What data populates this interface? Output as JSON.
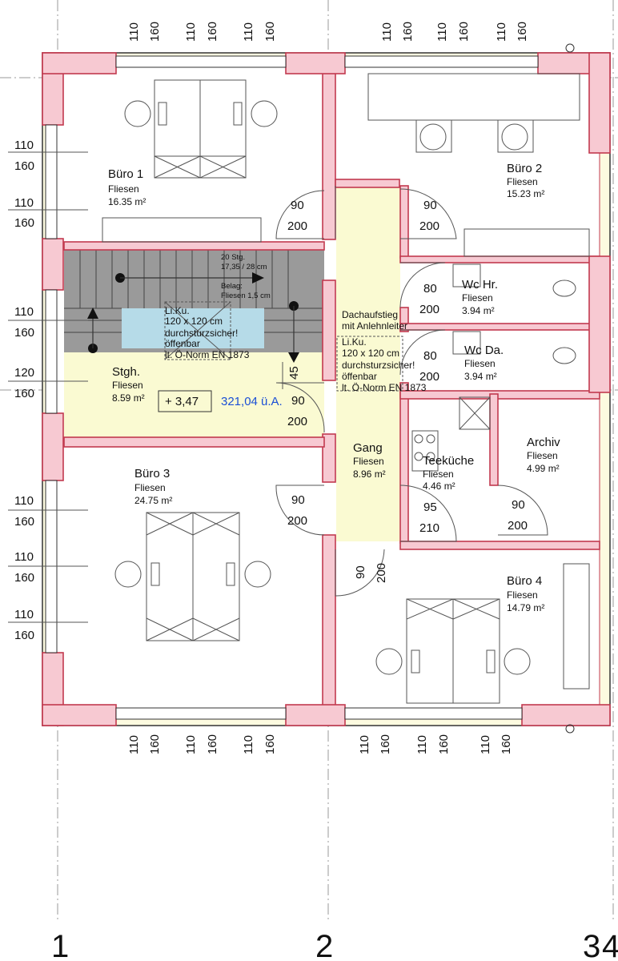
{
  "top_dims": {
    "left": [
      "110",
      "160",
      "110",
      "160",
      "110",
      "160"
    ],
    "right": [
      "110",
      "160",
      "110",
      "160",
      "110",
      "160"
    ]
  },
  "bottom_dims": {
    "left": [
      "110",
      "160",
      "110",
      "160",
      "110",
      "160"
    ],
    "right": [
      "110",
      "160",
      "110",
      "160",
      "110",
      "160"
    ]
  },
  "left_dims": [
    "110",
    "160",
    "110",
    "160",
    "110",
    "160",
    "120",
    "160",
    "110",
    "160",
    "110",
    "160",
    "110",
    "160"
  ],
  "rooms": {
    "buero1": {
      "name": "Büro 1",
      "floor": "Fliesen",
      "area": "16.35 m²"
    },
    "buero2": {
      "name": "Büro 2",
      "floor": "Fliesen",
      "area": "15.23 m²"
    },
    "buero3": {
      "name": "Büro 3",
      "floor": "Fliesen",
      "area": "24.75 m²"
    },
    "buero4": {
      "name": "Büro 4",
      "floor": "Fliesen",
      "area": "14.79 m²"
    },
    "stgh": {
      "name": "Stgh.",
      "floor": "Fliesen",
      "area": "8.59 m²"
    },
    "gang": {
      "name": "Gang",
      "floor": "Fliesen",
      "area": "8.96 m²"
    },
    "wchr": {
      "name": "Wc Hr.",
      "floor": "Fliesen",
      "area": "3.94 m²"
    },
    "wcda": {
      "name": "Wc Da.",
      "floor": "Fliesen",
      "area": "3.94 m²"
    },
    "teekueche": {
      "name": "Teeküche",
      "floor": "Fliesen",
      "area": "4.46 m²"
    },
    "archiv": {
      "name": "Archiv",
      "floor": "Fliesen",
      "area": "4.99 m²"
    }
  },
  "doors": {
    "b1": {
      "w": "90",
      "h": "200"
    },
    "b2": {
      "w": "90",
      "h": "200"
    },
    "wchr": {
      "w": "80",
      "h": "200"
    },
    "wcda": {
      "w": "80",
      "h": "200"
    },
    "stgh": {
      "w": "90",
      "h": "200"
    },
    "b3": {
      "w": "90",
      "h": "200"
    },
    "tee": {
      "w": "95",
      "h": "210"
    },
    "archiv": {
      "w": "90",
      "h": "200"
    },
    "gang_v_w": "90",
    "gang_v_h": "200"
  },
  "stair": {
    "steps": "20 Stg.",
    "ratio": "17,35 / 28 cm",
    "belag": "Belag:",
    "belag2": "Fliesen 1,5 cm",
    "level": "+ 3,47",
    "height": "321,04 ü.A.",
    "dim45": "45"
  },
  "notes": {
    "liku1": [
      "Li.Ku.",
      "120 x 120 cm",
      "durchsturzsicher!",
      "öffenbar",
      "lt. Ö-Norm EN 1873"
    ],
    "dach": [
      "Dachaufstieg",
      "mit Anlehnleiter"
    ],
    "liku2": [
      "Li.Ku.",
      "120 x 120 cm",
      "durchsturzsicher!",
      "öffenbar",
      "lt. Ö-Norm EN 1873"
    ]
  },
  "grid_axes": [
    "1",
    "2",
    "3",
    "4"
  ]
}
